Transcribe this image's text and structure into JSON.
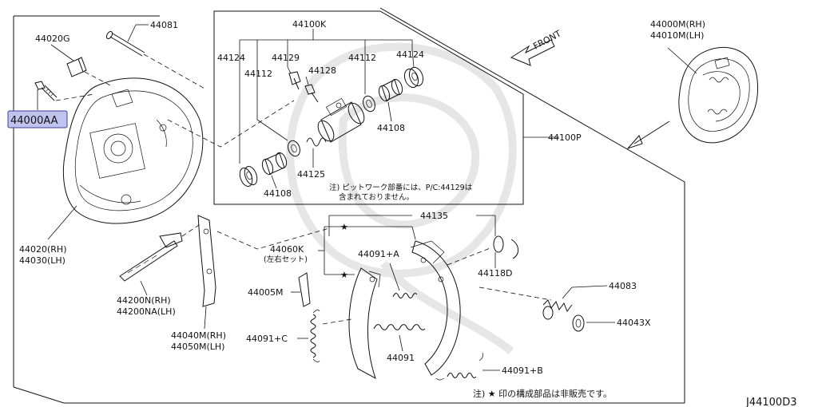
{
  "diagram_id": "J44100D3",
  "parts": {
    "p44081": "44081",
    "p44020G": "44020G",
    "p44000AA": "44000AA",
    "p44020_rh": "44020(RH)",
    "p44030_lh": "44030(LH)",
    "p44100K": "44100K",
    "p44124_a": "44124",
    "p44124_b": "44124",
    "p44129": "44129",
    "p44112_a": "44112",
    "p44112_b": "44112",
    "p44128": "44128",
    "p44108_a": "44108",
    "p44108_b": "44108",
    "p44125": "44125",
    "p44100P": "44100P",
    "p44000M_rh": "44000M(RH)",
    "p44010M_lh": "44010M(LH)",
    "p44135": "44135",
    "p44060K": "44060K",
    "p44060K_sub": "(左右セット)",
    "p44091A": "44091+A",
    "p44118D": "44118D",
    "p44083": "44083",
    "p44043X": "44043X",
    "p44200N_rh": "44200N(RH)",
    "p44200NA_lh": "44200NA(LH)",
    "p44005M": "44005M",
    "p44040M_rh": "44040M(RH)",
    "p44050M_lh": "44050M(LH)",
    "p44091C": "44091+C",
    "p44091": "44091",
    "p44091B": "44091+B"
  },
  "labels": {
    "front": "FRONT",
    "note_kit_line1": "注) ピットワーク部番には、P/C:44129は",
    "note_kit_line2": "含まれておりません。",
    "note_star": "注) ★ 印の構成部品は非販売です。",
    "star_a": "★",
    "star_b": "★"
  },
  "highlight": {
    "part": "44000AA",
    "fill": "#bfc3ee",
    "border": "#3a3f9a"
  }
}
